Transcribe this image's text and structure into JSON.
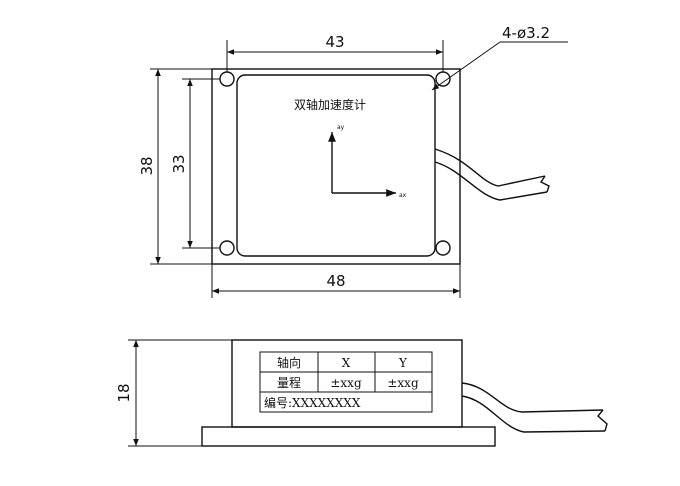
{
  "top_view": {
    "dim_width_inner": "43",
    "dim_width_outer": "48",
    "dim_height_outer": "38",
    "dim_height_inner": "33",
    "hole_callout": "4-ø3.2",
    "device_title": "双轴加速度计",
    "axis_label_vertical": "ay",
    "axis_label_horizontal": "ax"
  },
  "side_view": {
    "dim_height": "18",
    "table": {
      "headers": [
        "轴向",
        "X",
        "Y"
      ],
      "range_row": [
        "量程",
        "±xxg",
        "±xxg"
      ],
      "serial_row": "编号:XXXXXXXX"
    }
  }
}
